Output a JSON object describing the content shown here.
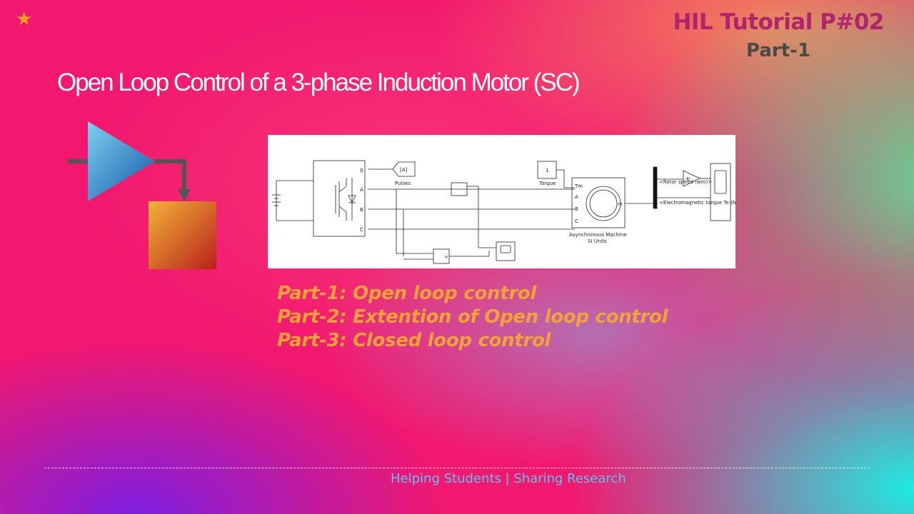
{
  "brand": {
    "star_icon": "★",
    "title": "HIL Tutorial P#02",
    "part": "Part-1"
  },
  "slide_title": "Open Loop Control of a 3-phase Induction Motor (SC)",
  "diagram": {
    "pulses_tag": "[A]",
    "pulses_label": "Pulses",
    "gate_port": "g",
    "phase_a": "A",
    "phase_b": "B",
    "phase_c": "C",
    "torque_value": "1",
    "torque_label": "Torque",
    "machine_tm_port": "Tm",
    "machine_m_port": "m",
    "machine_label_1": "Asynchronous Machine",
    "machine_label_2": "SI Units",
    "rotor_speed_signal": "<Rotor speed (wm)>",
    "gain_label": "-K-",
    "torque_signal": "<Electromagnetic torque Te (N*m)>",
    "voltmeter_label": "v"
  },
  "parts": [
    "Part-1: Open loop control",
    "Part-2: Extention of Open loop control",
    "Part-3: Closed loop control"
  ],
  "footer": "Helping Students | Sharing Research"
}
